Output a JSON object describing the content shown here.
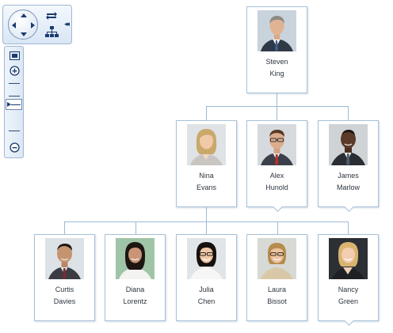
{
  "navigation": {
    "pan_icons": [
      "arrow-up-icon",
      "arrow-down-icon",
      "arrow-left-icon",
      "arrow-right-icon"
    ],
    "rotate_icon": "rotate-icon",
    "layout_icon": "org-layout-icon",
    "collapse_icon": "double-chevron-left-icon"
  },
  "zoom": {
    "fit_icon": "fit-to-screen-icon",
    "zoom_in_icon": "zoom-in-icon",
    "zoom_out_icon": "zoom-out-icon",
    "level_fraction": 0.55
  },
  "colors": {
    "connector": "#9dbbd6",
    "node_border": "#a8c1da",
    "nav_accent": "#1a3b6e"
  },
  "org_chart": {
    "root": {
      "first": "Steven",
      "last": "King"
    },
    "level1": [
      {
        "first": "Nina",
        "last": "Evans"
      },
      {
        "first": "Alex",
        "last": "Hunold"
      },
      {
        "first": "James",
        "last": "Marlow"
      }
    ],
    "level2": [
      {
        "first": "Curtis",
        "last": "Davies"
      },
      {
        "first": "Diana",
        "last": "Lorentz"
      },
      {
        "first": "Julia",
        "last": "Chen"
      },
      {
        "first": "Laura",
        "last": "Bissot"
      },
      {
        "first": "Nancy",
        "last": "Green"
      }
    ]
  }
}
